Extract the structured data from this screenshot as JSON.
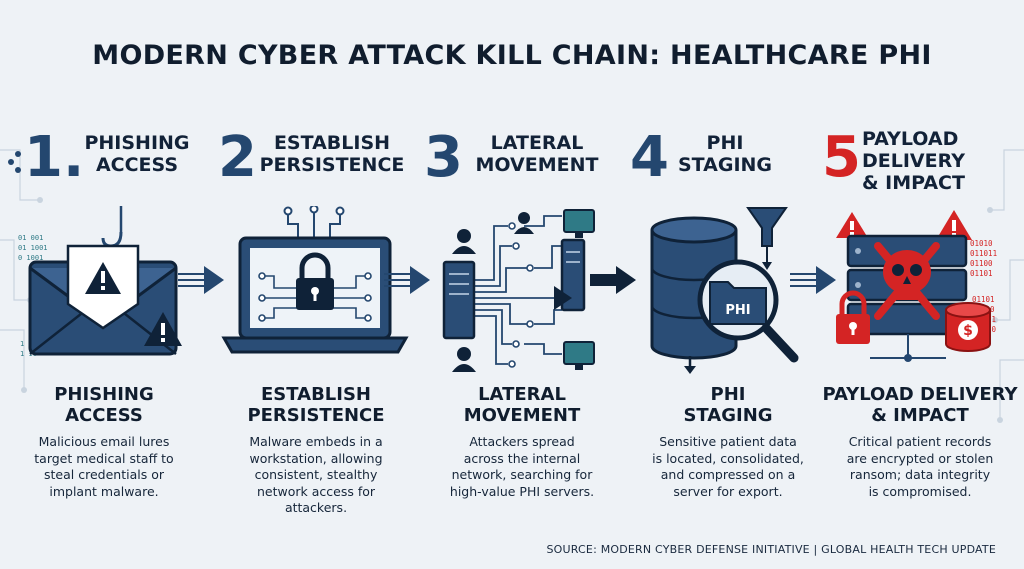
{
  "title": "MODERN CYBER ATTACK KILL CHAIN: HEALTHCARE PHI",
  "steps": [
    {
      "number": "1.",
      "header_lines": [
        "PHISHING",
        "ACCESS"
      ],
      "body_title_lines": [
        "PHISHING",
        "ACCESS"
      ],
      "description_lines": [
        "Malicious email lures",
        "target medical staff to",
        "steal credentials or",
        "implant malware."
      ]
    },
    {
      "number": "2",
      "header_lines": [
        "ESTABLISH",
        "PERSISTENCE"
      ],
      "body_title_lines": [
        "ESTABLISH",
        "PERSISTENCE"
      ],
      "description_lines": [
        "Malware embeds in a",
        "workstation, allowing",
        "consistent, stealthy",
        "network access for",
        "attackers."
      ]
    },
    {
      "number": "3",
      "header_lines": [
        "LATERAL",
        "MOVEMENT"
      ],
      "body_title_lines": [
        "LATERAL",
        "MOVEMENT"
      ],
      "description_lines": [
        "Attackers spread",
        "across the internal",
        "network, searching for",
        "high-value PHI servers."
      ]
    },
    {
      "number": "4",
      "header_lines": [
        "PHI",
        "STAGING"
      ],
      "body_title_lines": [
        "PHI",
        "STAGING"
      ],
      "description_lines": [
        "Sensitive patient data",
        "is located, consolidated,",
        "and compressed on a",
        "server for export."
      ],
      "folder_label": "PHI"
    },
    {
      "number": "5",
      "header_lines": [
        "PAYLOAD",
        "DELIVERY",
        "& IMPACT"
      ],
      "body_title_lines": [
        "PAYLOAD DELIVERY",
        "& IMPACT"
      ],
      "description_lines": [
        "Critical patient records",
        "are encrypted or stolen",
        "ransom; data integrity",
        "is compromised."
      ],
      "binary_lines": [
        "01010",
        "011011",
        "01100",
        "01101",
        "01101",
        "01100",
        "0011",
        "1110"
      ]
    }
  ],
  "source": "SOURCE: MODERN CYBER DEFENSE INITIATIVE | GLOBAL HEALTH TECH UPDATE",
  "step1_binary": [
    "01 001",
    "01 1001",
    "0 1001"
  ],
  "step1_binary_bottom": [
    "1 1",
    "1 10"
  ],
  "colors": {
    "navy": "#24476f",
    "dark": "#101d2e",
    "red": "#d42424",
    "teal": "#2f7a86",
    "background": "#eef2f6"
  }
}
